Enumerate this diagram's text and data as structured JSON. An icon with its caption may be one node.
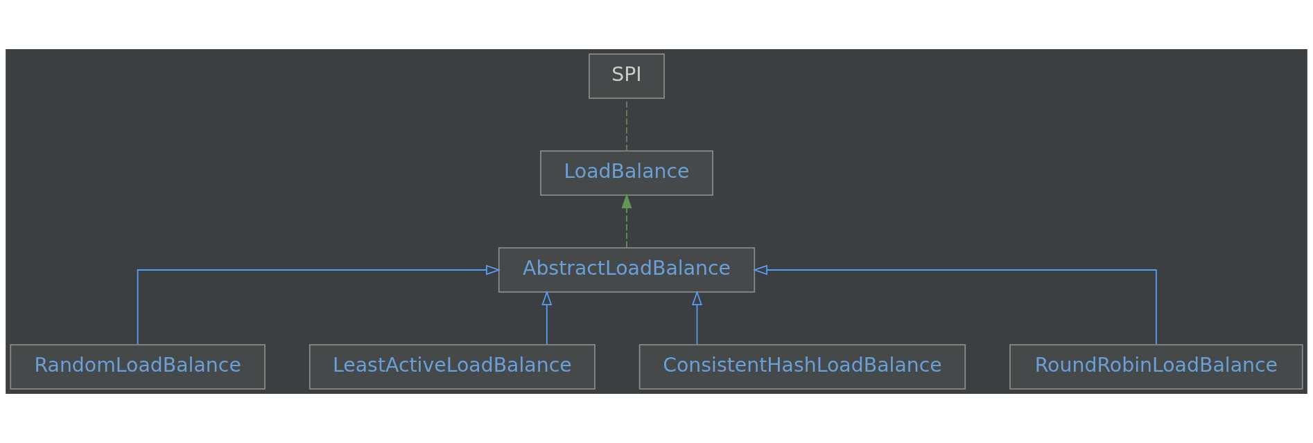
{
  "diagram": {
    "nodes": [
      {
        "text": [
          "SPI"
        ]
      },
      {
        "text": [
          "LoadBalance"
        ]
      },
      {
        "text": [
          "AbstractLoadBalance"
        ]
      },
      {
        "text": [
          "RandomLoadBalance"
        ]
      },
      {
        "text": [
          "LeastActiveLoadBalance"
        ]
      },
      {
        "text": [
          "ConsistentHashLoadBalance"
        ]
      },
      {
        "text": [
          "RoundRobinLoadBalance"
        ]
      }
    ],
    "edges": [
      {
        "from": 1,
        "to": 0,
        "arrow": "none",
        "style": "dashed",
        "color": "#6a7f5f"
      },
      {
        "from": 2,
        "to": 1,
        "arrow": "to",
        "style": "dashed",
        "color": "#629755"
      },
      {
        "from": 3,
        "to": 2,
        "arrow": "to"
      },
      {
        "from": 4,
        "to": 2,
        "arrow": "to"
      },
      {
        "from": 5,
        "to": 2,
        "arrow": "to"
      },
      {
        "from": 6,
        "to": 2,
        "arrow": "to"
      }
    ]
  }
}
